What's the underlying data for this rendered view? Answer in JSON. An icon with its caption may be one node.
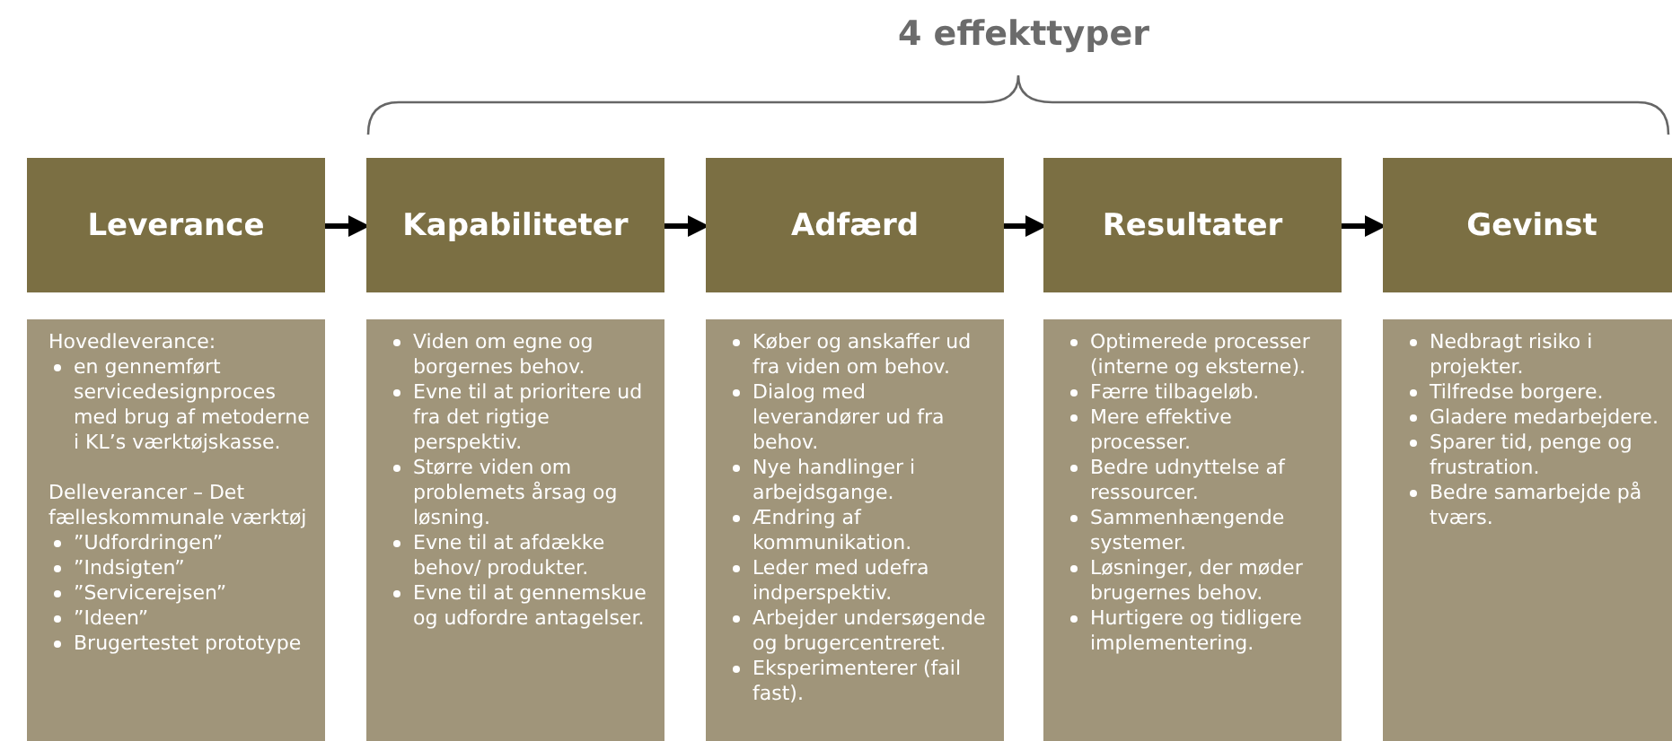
{
  "diagram": {
    "nodes": [
      {
        "text": [
          "Leverance"
        ]
      },
      {
        "text": [
          "Kapabiliteter"
        ]
      },
      {
        "text": [
          "Adfærd"
        ]
      },
      {
        "text": [
          "Resultater"
        ]
      },
      {
        "text": [
          "Gevinst"
        ]
      },
      {
        "text": [
          "Hovedleverance:",
          "en gennemført servicedesignproces med brug af metoderne i KL’s værktøjskasse.",
          "Delleverancer – Det fælleskommunale værktøj",
          "”Udfordringen”",
          "”Indsigten”",
          "”Servicerejsen”",
          "”Ideen”",
          "Brugertestet prototype"
        ]
      },
      {
        "text": [
          "Viden om egne og borgernes behov.",
          "Evne til at prioritere ud fra det rigtige perspektiv.",
          "Større viden om problemets årsag og løsning.",
          "Evne til at afdække behov/ produkter.",
          "Evne til at gennemskue og udfordre antagelser."
        ]
      },
      {
        "text": [
          "Køber og anskaffer ud fra viden om behov.",
          "Dialog med leverandører ud fra behov.",
          "Nye handlinger i arbejdsgange.",
          "Ændring af kommunikation.",
          "Leder med udefra indperspektiv.",
          "Arbejder undersøgende og brugercentreret.",
          "Eksperimenterer (fail fast)."
        ]
      },
      {
        "text": [
          "Optimerede processer (interne og eksterne).",
          "Færre tilbageløb.",
          "Mere effektive processer.",
          "Bedre udnyttelse af ressourcer.",
          "Sammenhængende systemer.",
          "Løsninger, der møder brugernes behov.",
          "Hurtigere og tidligere implementering."
        ]
      },
      {
        "text": [
          "Nedbragt risiko i projekter.",
          "Tilfredse borgere.",
          "Gladere medarbejdere.",
          "Sparer tid, penge og frustration.",
          "Bedre samarbejde på tværs."
        ]
      }
    ],
    "edges": [
      {
        "from": 0,
        "to": 1,
        "arrow": "to"
      },
      {
        "from": 1,
        "to": 2,
        "arrow": "to"
      },
      {
        "from": 2,
        "to": 3,
        "arrow": "to"
      },
      {
        "from": 3,
        "to": 4,
        "arrow": "to"
      }
    ],
    "labels": [
      "4 effekttyper"
    ]
  }
}
